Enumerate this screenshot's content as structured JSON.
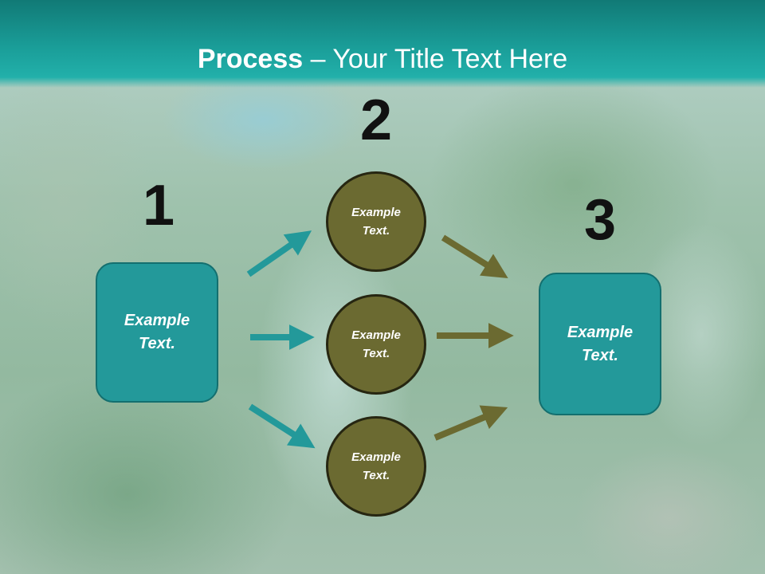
{
  "slide": {
    "title_bold": "Process",
    "title_rest": " – Your Title Text Here"
  },
  "steps": {
    "step1_number": "1",
    "step2_number": "2",
    "step3_number": "3",
    "left_box_text": "Example Text.",
    "right_box_text": "Example Text.",
    "circle_top_text": "Example Text.",
    "circle_middle_text": "Example Text.",
    "circle_bottom_text": "Example Text."
  },
  "colors": {
    "header": "#1a9e99",
    "box_fill": "#23999a",
    "circle_fill": "#6b6a31",
    "arrow_left": "#23999a",
    "arrow_right": "#6b6a31"
  }
}
